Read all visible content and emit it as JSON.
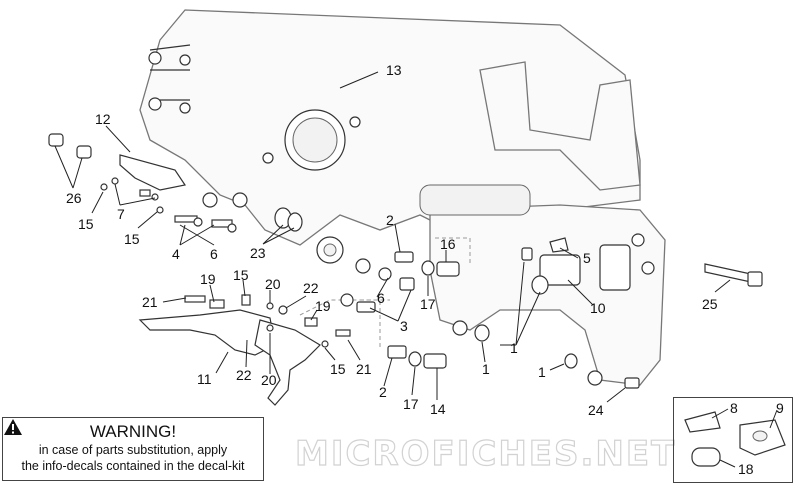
{
  "watermark": "MICROFICHES.NET",
  "callouts": [
    {
      "id": "c13",
      "text": "13"
    },
    {
      "id": "c12",
      "text": "12"
    },
    {
      "id": "c26",
      "text": "26"
    },
    {
      "id": "c15a",
      "text": "15"
    },
    {
      "id": "c7",
      "text": "7"
    },
    {
      "id": "c15b",
      "text": "15"
    },
    {
      "id": "c4",
      "text": "4"
    },
    {
      "id": "c6a",
      "text": "6"
    },
    {
      "id": "c23",
      "text": "23"
    },
    {
      "id": "c2a",
      "text": "2"
    },
    {
      "id": "c16",
      "text": "16"
    },
    {
      "id": "c5",
      "text": "5"
    },
    {
      "id": "c19a",
      "text": "19"
    },
    {
      "id": "c15c",
      "text": "15"
    },
    {
      "id": "c20a",
      "text": "20"
    },
    {
      "id": "c22a",
      "text": "22"
    },
    {
      "id": "c6b",
      "text": "6"
    },
    {
      "id": "c17a",
      "text": "17"
    },
    {
      "id": "c10",
      "text": "10"
    },
    {
      "id": "c25",
      "text": "25"
    },
    {
      "id": "c21a",
      "text": "21"
    },
    {
      "id": "c19b",
      "text": "19"
    },
    {
      "id": "c3",
      "text": "3"
    },
    {
      "id": "c1a",
      "text": "1"
    },
    {
      "id": "c11",
      "text": "11"
    },
    {
      "id": "c22b",
      "text": "22"
    },
    {
      "id": "c20b",
      "text": "20"
    },
    {
      "id": "c15d",
      "text": "15"
    },
    {
      "id": "c21b",
      "text": "21"
    },
    {
      "id": "c1b",
      "text": "1"
    },
    {
      "id": "c2b",
      "text": "2"
    },
    {
      "id": "c17b",
      "text": "17"
    },
    {
      "id": "c14",
      "text": "14"
    },
    {
      "id": "c1c",
      "text": "1"
    },
    {
      "id": "c24",
      "text": "24"
    },
    {
      "id": "c8",
      "text": "8"
    },
    {
      "id": "c9",
      "text": "9"
    },
    {
      "id": "c18",
      "text": "18"
    }
  ],
  "warning": {
    "title": "WARNING!",
    "line1": "in case of parts substitution, apply",
    "line2": "the info-decals contained in the decal-kit"
  },
  "icons": {
    "warning": "warning-triangle-icon"
  }
}
